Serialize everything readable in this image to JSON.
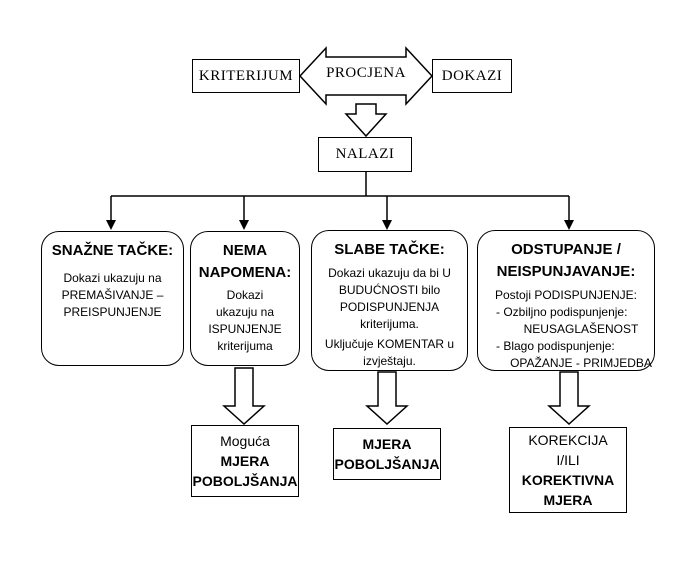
{
  "top": {
    "left_label": "KRITERIJUM",
    "center_label": "PROCJENA",
    "right_label": "DOKAZI",
    "findings_label": "NALAZI"
  },
  "cards": [
    {
      "title_lines": [
        "SNAŽNE TAČKE:"
      ],
      "text_lines": [
        "Dokazi ukazuju na",
        "PREMAŠIVANJE –",
        "PREISPUNJENJE"
      ]
    },
    {
      "title_lines": [
        "NEMA",
        "NAPOMENA:"
      ],
      "text_lines": [
        "Dokazi",
        "ukazuju na",
        "ISPUNJENJE",
        "kriterijuma"
      ]
    },
    {
      "title_lines": [
        "SLABE TAČKE:"
      ],
      "text_lines": [
        "Dokazi ukazuju da bi U",
        "BUDUĆNOSTI bilo",
        "PODISPUNJENJA",
        "kriterijuma.",
        "Uključuje KOMENTAR u",
        "izvještaju."
      ]
    },
    {
      "title_lines": [
        "ODSTUPANJE /",
        "NEISPUNJAVANJE:"
      ],
      "text_lines": [
        "Postoji PODISPUNJENJE:",
        "- Ozbiljno podispunjenje:",
        "NEUSAGLAŠENOST",
        "- Blago podispunjenje:",
        "OPAŽANJE - PRIMJEDBA"
      ]
    }
  ],
  "results": [
    {
      "lines": [
        "Moguća",
        "MJERA",
        "POBOLJŠANJA"
      ]
    },
    {
      "lines": [
        "MJERA",
        "POBOLJŠANJA"
      ]
    },
    {
      "lines": [
        "KOREKCIJA",
        "I/ILI",
        "KOREKTIVNA",
        "MJERA"
      ]
    }
  ]
}
